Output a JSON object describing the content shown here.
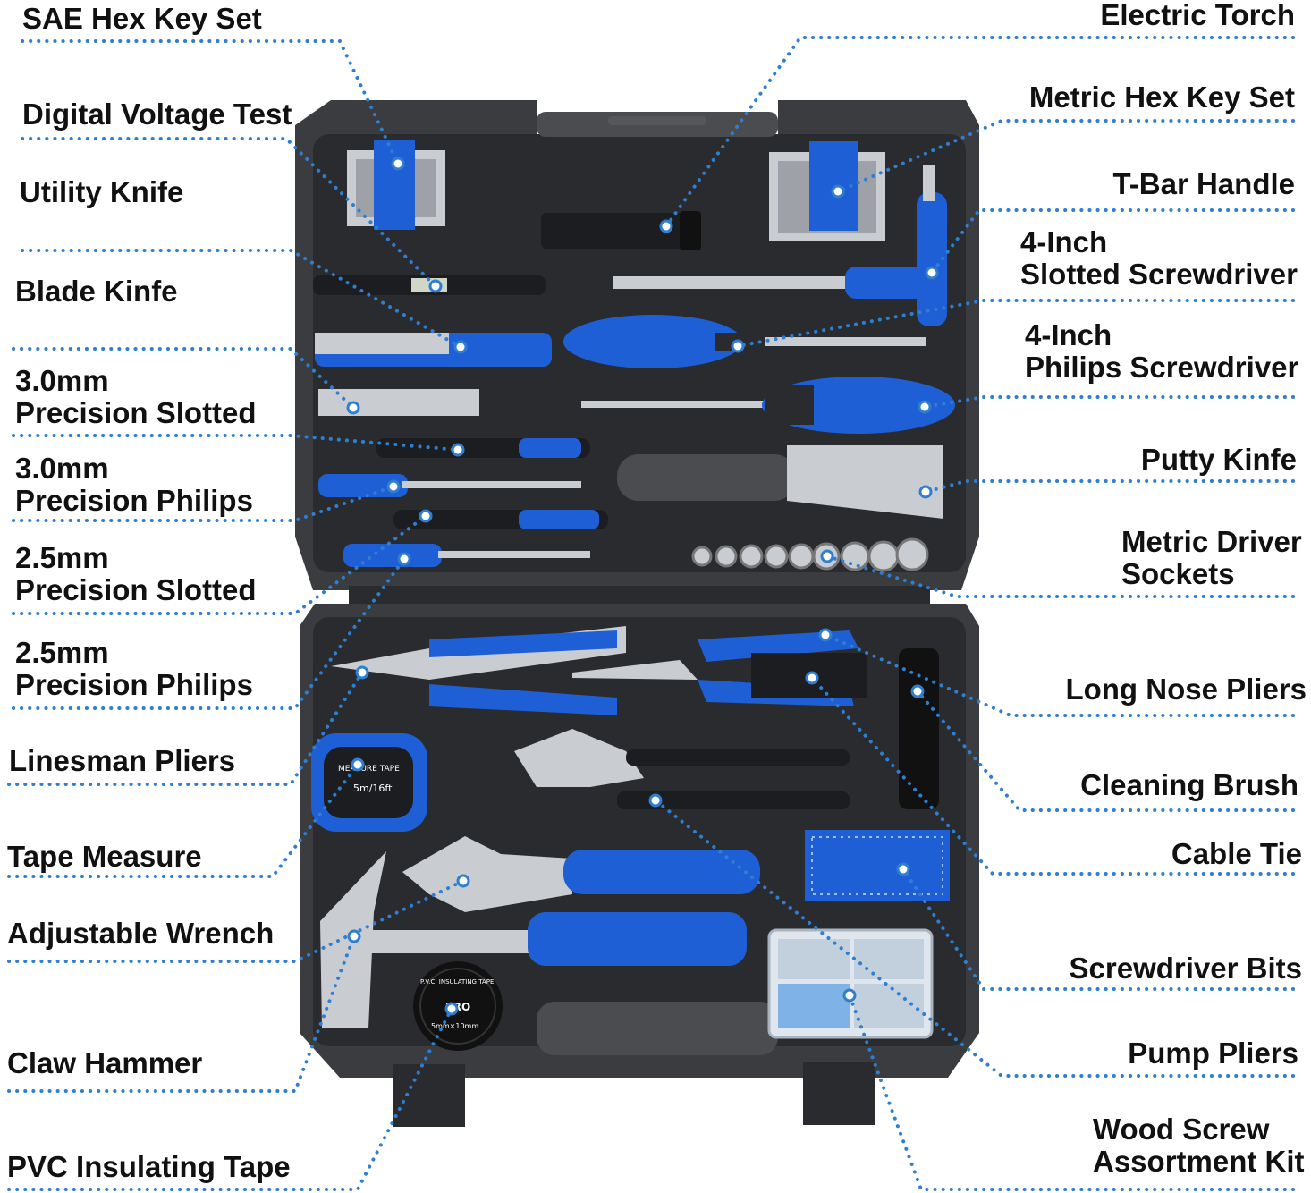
{
  "colors": {
    "case": "#3a3c40",
    "case_dark": "#2a2b2e",
    "accent_blue": "#1f5fd6",
    "leader_dots": "#2f7fd0",
    "steel": "#c9ccd1"
  },
  "left_labels": [
    {
      "id": "sae-hex-key-set",
      "lines": [
        "SAE Hex Key Set"
      ]
    },
    {
      "id": "digital-voltage-test",
      "lines": [
        "Digital Voltage Test"
      ]
    },
    {
      "id": "utility-knife",
      "lines": [
        "Utility Knife"
      ]
    },
    {
      "id": "blade-kinfe",
      "lines": [
        "Blade Kinfe"
      ]
    },
    {
      "id": "precision-slotted-3",
      "lines": [
        "3.0mm",
        "Precision Slotted"
      ]
    },
    {
      "id": "precision-philips-3",
      "lines": [
        "3.0mm",
        "Precision Philips"
      ]
    },
    {
      "id": "precision-slotted-25",
      "lines": [
        "2.5mm",
        "Precision Slotted"
      ]
    },
    {
      "id": "precision-philips-25",
      "lines": [
        "2.5mm",
        "Precision Philips"
      ]
    },
    {
      "id": "linesman-pliers",
      "lines": [
        "Linesman Pliers"
      ]
    },
    {
      "id": "tape-measure",
      "lines": [
        "Tape Measure"
      ]
    },
    {
      "id": "adjustable-wrench",
      "lines": [
        "Adjustable Wrench"
      ]
    },
    {
      "id": "claw-hammer",
      "lines": [
        "Claw Hammer"
      ]
    },
    {
      "id": "pvc-insulating-tape",
      "lines": [
        "PVC Insulating Tape"
      ]
    }
  ],
  "right_labels": [
    {
      "id": "electric-torch",
      "lines": [
        "Electric Torch"
      ]
    },
    {
      "id": "metric-hex-key-set",
      "lines": [
        "Metric Hex Key Set"
      ]
    },
    {
      "id": "t-bar-handle",
      "lines": [
        "T-Bar Handle"
      ]
    },
    {
      "id": "slotted-screwdriver-4in",
      "lines": [
        "4-Inch",
        "Slotted Screwdriver"
      ]
    },
    {
      "id": "philips-screwdriver-4in",
      "lines": [
        "4-Inch",
        "Philips Screwdriver"
      ]
    },
    {
      "id": "putty-kinfe",
      "lines": [
        "Putty Kinfe"
      ]
    },
    {
      "id": "metric-driver-sockets",
      "lines": [
        "Metric Driver",
        "Sockets"
      ]
    },
    {
      "id": "long-nose-pliers",
      "lines": [
        "Long Nose Pliers"
      ]
    },
    {
      "id": "cleaning-brush",
      "lines": [
        "Cleaning Brush"
      ]
    },
    {
      "id": "cable-tie",
      "lines": [
        "Cable Tie"
      ]
    },
    {
      "id": "screwdriver-bits",
      "lines": [
        "Screwdriver Bits"
      ]
    },
    {
      "id": "pump-pliers",
      "lines": [
        "Pump Pliers"
      ]
    },
    {
      "id": "wood-screw-kit",
      "lines": [
        "Wood Screw",
        "Assortment Kit"
      ]
    }
  ],
  "tool_markings": {
    "tape_title": "MEASURE TAPE",
    "tape_length": "5m/16ft",
    "insulating_tape": "P.V.C. INSULATING TAPE",
    "insulating_tape_size": "5mm×10mm",
    "brand": "PRO"
  }
}
